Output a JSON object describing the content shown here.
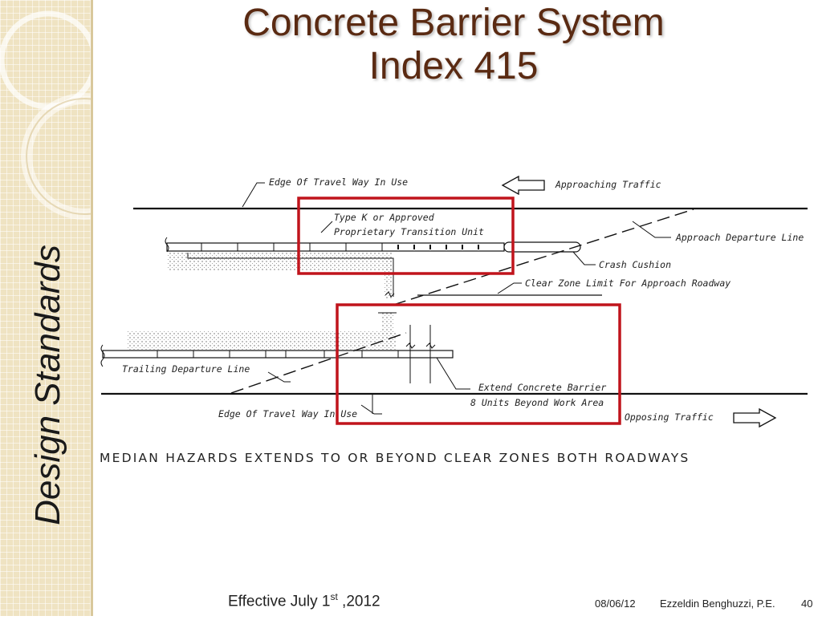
{
  "slide": {
    "title_line1": "Concrete Barrier System",
    "title_line2": "Index 415",
    "sidebar_label": "Design Standards"
  },
  "diagram": {
    "labels": {
      "edge_travel_top": "Edge Of Travel Way In Use",
      "approaching_traffic": "Approaching Traffic",
      "type_k_line1": "Type K or Approved",
      "type_k_line2": "Proprietary Transition Unit",
      "approach_departure": "Approach Departure Line",
      "crash_cushion": "Crash Cushion",
      "clear_zone": "Clear Zone Limit For Approach Roadway",
      "trailing_departure": "Trailing Departure Line",
      "extend_line1": "Extend Concrete Barrier",
      "extend_line2": "8 Units Beyond Work Area",
      "edge_travel_bottom": "Edge Of Travel Way In Use",
      "opposing_traffic": "Opposing Traffic"
    },
    "caption": "MEDIAN HAZARDS EXTENDS TO OR BEYOND CLEAR ZONES BOTH ROADWAYS",
    "highlight_color": "#c0141c"
  },
  "footer": {
    "effective_prefix": "Effective July 1",
    "effective_sup": "st",
    "effective_suffix": " ,2012",
    "date": "08/06/12",
    "author": "Ezzeldin Benghuzzi, P.E.",
    "page": "40"
  },
  "colors": {
    "title": "#5a2a12",
    "sidebar": "#efe3c2"
  }
}
